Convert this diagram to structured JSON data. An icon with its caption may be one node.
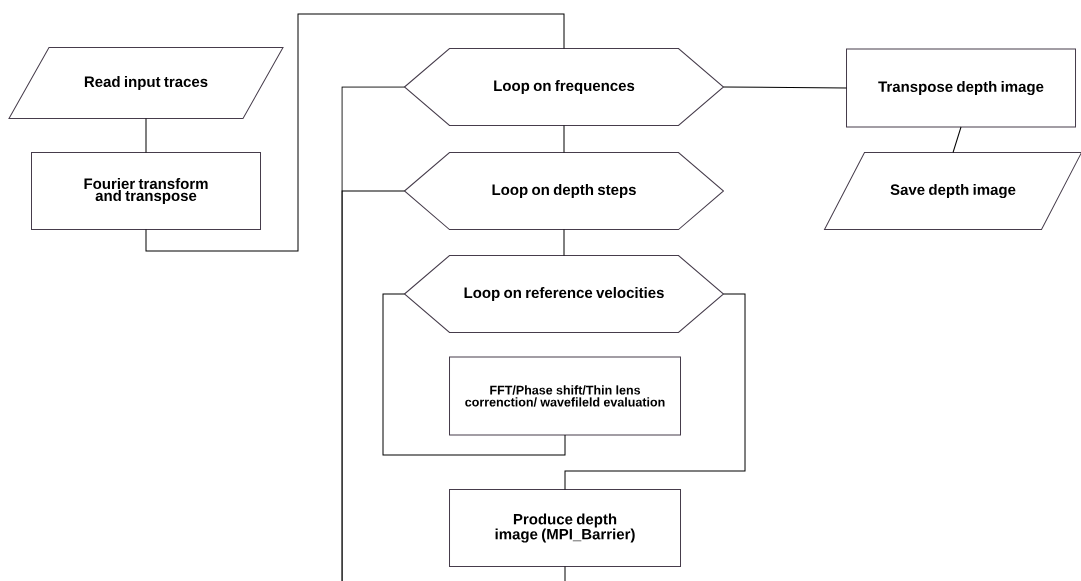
{
  "diagram": {
    "nodes": [
      {
        "text": [
          "Read input traces"
        ]
      },
      {
        "text": [
          "Fourier transform and transpose"
        ]
      },
      {
        "text": [
          "Loop on frequences"
        ]
      },
      {
        "text": [
          "Loop on depth steps"
        ]
      },
      {
        "text": [
          "Loop on reference velocities"
        ]
      },
      {
        "text": [
          "FFT/Phase shift/Thin lens correnction/ wavefileld evaluation"
        ]
      },
      {
        "text": [
          "Produce depth image (MPI_Barrier)"
        ]
      },
      {
        "text": [
          "Transpose depth image"
        ]
      },
      {
        "text": [
          "Save depth image"
        ]
      }
    ],
    "edges": [
      {
        "from": 0,
        "to": 1,
        "arrow": "none"
      },
      {
        "from": 1,
        "to": 2,
        "arrow": "none"
      },
      {
        "from": 2,
        "to": 3,
        "arrow": "none"
      },
      {
        "from": 3,
        "to": 4,
        "arrow": "none"
      },
      {
        "from": 5,
        "to": 4,
        "arrow": "none"
      },
      {
        "from": 4,
        "to": 6,
        "arrow": "none"
      },
      {
        "from": 6,
        "to": null,
        "arrow": "none"
      },
      {
        "from": null,
        "to": 2,
        "arrow": "none"
      },
      {
        "from": null,
        "to": 3,
        "arrow": "none"
      },
      {
        "from": 2,
        "to": 7,
        "arrow": "none"
      },
      {
        "from": 7,
        "to": 8,
        "arrow": "none"
      }
    ]
  }
}
